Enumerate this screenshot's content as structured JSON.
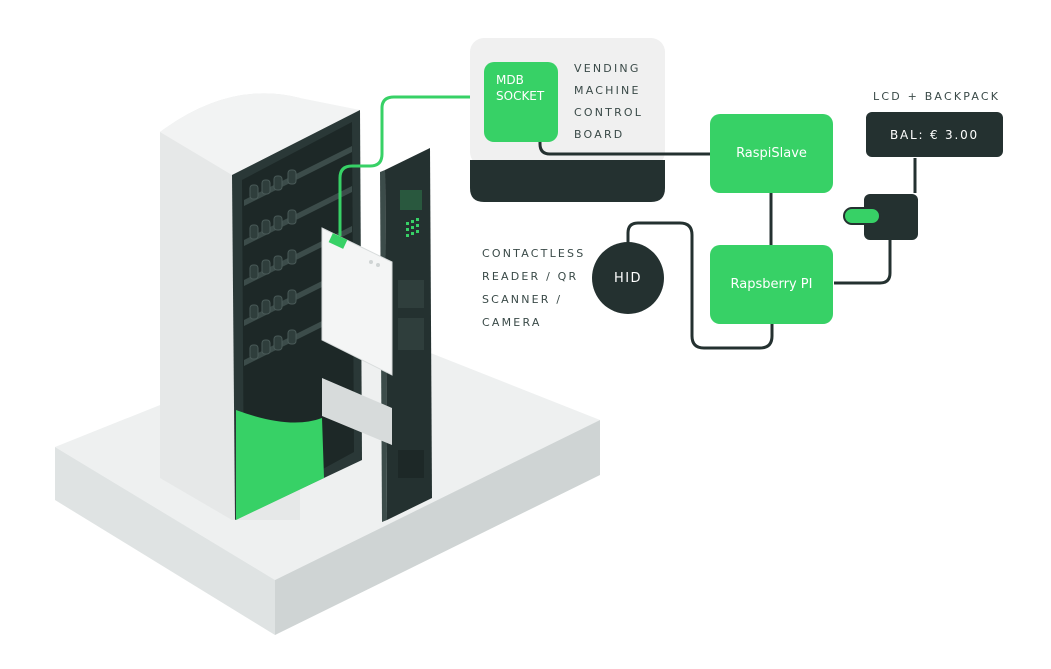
{
  "control_board": {
    "socket_label": "MDB SOCKET",
    "title_lines": [
      "VENDING",
      "MACHINE",
      "CONTROL",
      "BOARD"
    ]
  },
  "nodes": {
    "raspislave": "RaspiSlave",
    "raspberry_pi": "Rapsberry PI",
    "hid": "HID"
  },
  "lcd": {
    "caption": "LCD + BACKPACK",
    "display": "BAL: € 3.00"
  },
  "reader_lines": [
    "CONTACTLESS",
    "READER / QR",
    "SCANNER /",
    "CAMERA"
  ],
  "colors": {
    "accent_green": "#37d166",
    "dark_slate": "#243130",
    "light_gray": "#f0f0f0",
    "cable": "#243130"
  }
}
